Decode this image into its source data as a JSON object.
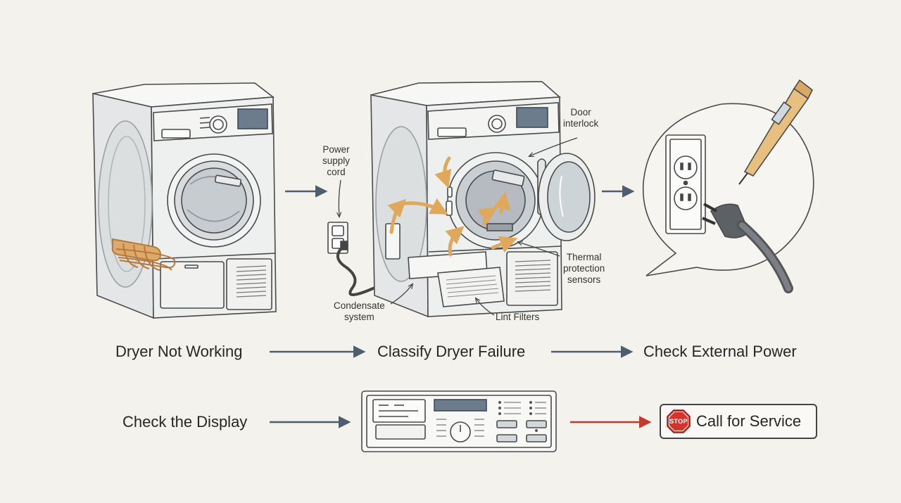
{
  "steps": {
    "dryer_not_working": "Dryer Not Working",
    "classify_failure": "Classify Dryer Failure",
    "check_external_power": "Check External Power",
    "check_display": "Check the Display",
    "call_for_service": "Call for Service"
  },
  "callouts": {
    "power_cord_l1": "Power",
    "power_cord_l2": "supply",
    "power_cord_l3": "cord",
    "door_interlock_l1": "Door",
    "door_interlock_l2": "interlock",
    "thermal_l1": "Thermal",
    "thermal_l2": "protection",
    "thermal_l3": "sensors",
    "condensate_l1": "Condensate",
    "condensate_l2": "system",
    "lint_filters": "Lint Filters"
  },
  "stop_sign_text": "STOP",
  "colors": {
    "background": "#f4f2ec",
    "line": "#4a4a4a",
    "flow_arrow": "#4d5e6e",
    "service_arrow": "#c23a2c",
    "airflow": "#e0a85a",
    "heater_coil": "#d39a55",
    "stop_red": "#d6332a"
  },
  "icons": [
    "dryer-illustration",
    "dryer-open-illustration",
    "outlet-plug-illustration",
    "control-panel-illustration",
    "stop-sign-icon",
    "arrow-icon"
  ]
}
